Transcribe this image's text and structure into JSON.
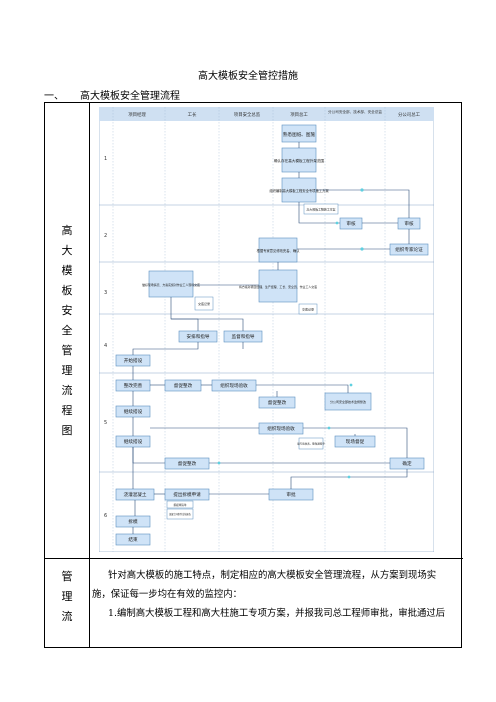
{
  "doc": {
    "title": "高大模板安全管控措施",
    "section_number": "一、",
    "section_title": "高大模板安全管理流程"
  },
  "side_label_1": [
    "高",
    "大",
    "模",
    "板",
    "安",
    "全",
    "管",
    "理",
    "流",
    "程",
    "图"
  ],
  "side_label_2": [
    "管",
    "理",
    "流"
  ],
  "flowchart": {
    "headers": [
      "项目经理",
      "工长",
      "项目安全总监",
      "项目总工",
      "分公司安全部、技术部、安全总监",
      "分公司总工"
    ],
    "stages": [
      "1",
      "2",
      "3",
      "4",
      "5",
      "6"
    ],
    "boxes": {
      "b1": "熟悉图纸、图施",
      "b2": "确认存在高大模板工程外架范围",
      "b3": "组织编制高大模板工程安全专项施工方案",
      "b4": "高大模板工程施工方案",
      "b5": "审核",
      "b6": "审核",
      "b7": "组织专家论证",
      "b8": "根据专家意见修改完善、确认",
      "b9": "做好现场情况、方案实施对作业工人现场交底",
      "b10": "交底记录",
      "b11": "将方案对项目经理、生产经理、工长、安全员、作业工人交底",
      "b12": "交底记录",
      "b13": "安排和指导",
      "b14": "监督和指导",
      "b15": "开始搭设",
      "b16": "整改完善",
      "b17": "督促整改",
      "b18": "组织现场验收",
      "b19": "督促整改",
      "b20": "分公司安全部技术监督整改",
      "b21": "继续搭设",
      "b22": "继续搭设",
      "b23": "组织现场验收",
      "b24": "填写验收表、整改通知单",
      "b25": "现场督促",
      "b26": "督促整改",
      "b27": "确定",
      "b28": "浇灌混凝土",
      "b29": "提出拆模申请",
      "b30": "拆模申请单",
      "b31": "混凝土同条件试块报告",
      "b32": "审批",
      "b33": "拆模",
      "b34": "结束"
    }
  },
  "body": {
    "para1": "针对高大模板的施工特点，制定相应的高大模板安全管理流程，从方案到现场实",
    "para1b": "施，保证每一步均在有效的监控内：",
    "para2": "1.编制高大模板工程和高大柱施工专项方案，并报我司总工程师审批，审批通过后"
  }
}
